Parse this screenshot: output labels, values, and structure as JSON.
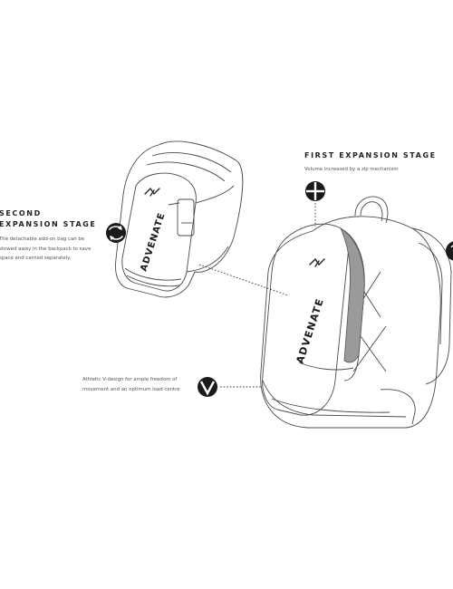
{
  "second_stage": {
    "title_lines": [
      "SECOND",
      "EXPANSION STAGE"
    ],
    "desc_lines": [
      "The detachable add-on bag can be",
      "stowed away in the backpack to save",
      "space and carried separately."
    ],
    "icon": "s-arrows-icon"
  },
  "first_stage": {
    "title": "FIRST EXPANSION STAGE",
    "desc": "Volume increased by a zip mechanism",
    "icon": "cross-quadrant-icon"
  },
  "vdesign": {
    "desc_lines": [
      "Athletic V-design for ample freedom of",
      "movement and an optimum load centre"
    ],
    "icon": "v-shape-icon"
  },
  "brand": {
    "wordmark": "ADVENATE"
  },
  "colors": {
    "line_art": "#4a4a4a",
    "zip_panel": "#9a9a9a",
    "icon_fill": "#1a1a1a"
  }
}
